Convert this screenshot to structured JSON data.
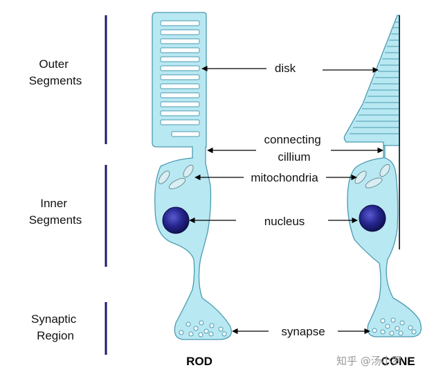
{
  "regions": {
    "outer": [
      "Outer",
      "Segments"
    ],
    "inner": [
      "Inner",
      "Segments"
    ],
    "synaptic": [
      "Synaptic",
      "Region"
    ]
  },
  "labels": {
    "disk": "disk",
    "connecting": [
      "connecting",
      "cillium"
    ],
    "mitochondria": "mitochondria",
    "nucleus": "nucleus",
    "synapse": "synapse"
  },
  "cells": {
    "rod": "ROD",
    "cone": "CONE"
  },
  "watermark": "知乎 @汤小罗",
  "colors": {
    "cell_fill": "#b8e8f2",
    "cell_stroke": "#4a9ab0",
    "nucleus": "#1e1e7a",
    "region_bar": "#1a1a6e",
    "arrow": "#000000"
  }
}
